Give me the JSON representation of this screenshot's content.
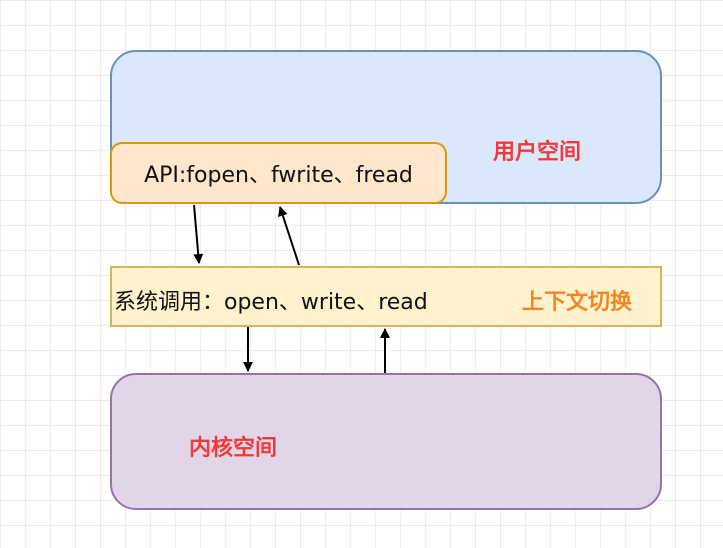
{
  "diagram": {
    "user_space": {
      "label": "用户空间"
    },
    "api": {
      "text": "API:fopen、fwrite、fread"
    },
    "syscall": {
      "text": "系统调用：open、write、read",
      "context_switch_label": "上下文切换"
    },
    "kernel_space": {
      "label": "内核空间"
    },
    "colors": {
      "user_fill": "#dae8fc",
      "user_stroke": "#6c8ebf",
      "api_fill": "#ffe6cc",
      "api_stroke": "#d79b00",
      "syscall_fill": "#fff2cc",
      "syscall_stroke": "#d6b656",
      "kernel_fill": "#e1d5e7",
      "kernel_stroke": "#9673a6",
      "red_label": "#f03a3a",
      "orange_label": "#f6851f"
    }
  }
}
